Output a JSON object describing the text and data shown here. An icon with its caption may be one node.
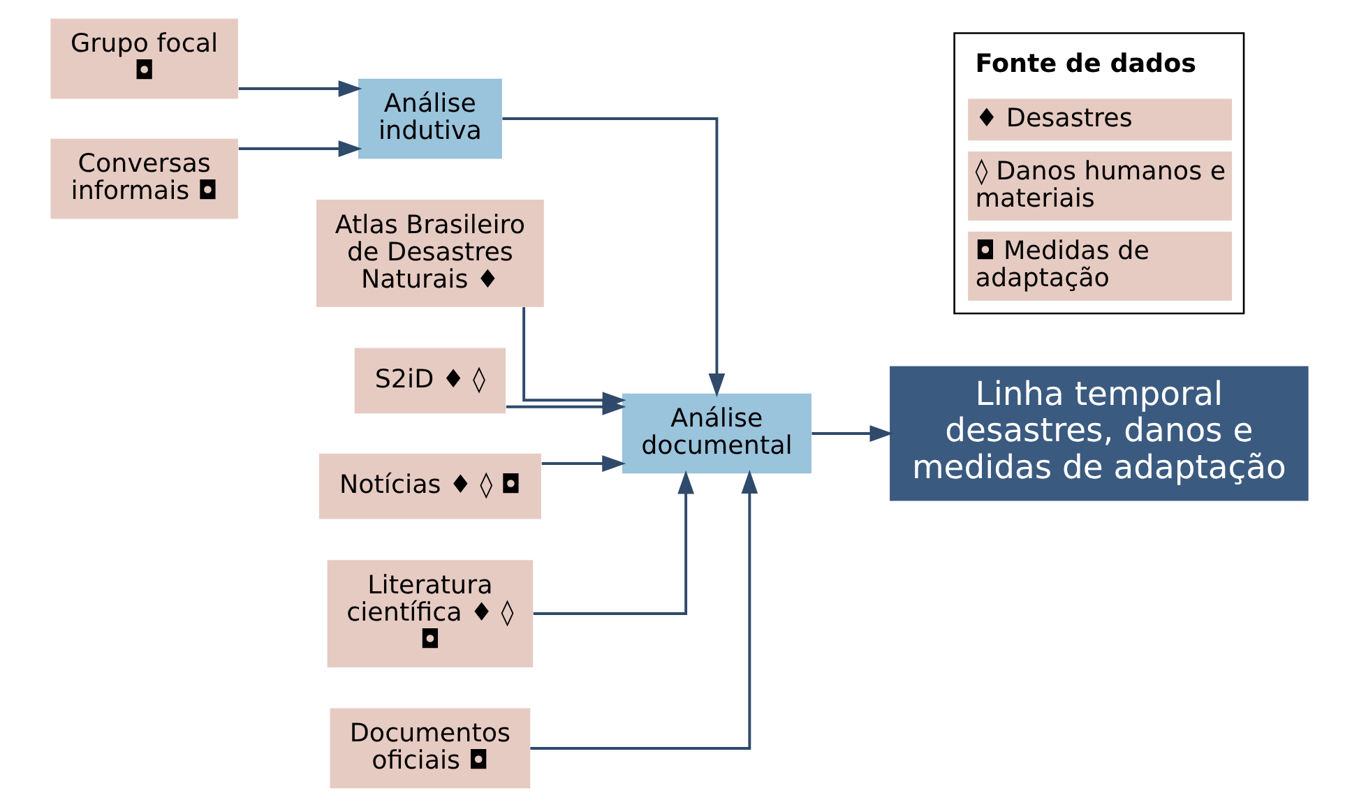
{
  "diagram": {
    "nodes": [
      {
        "text": [
          "Grupo focal ◘"
        ]
      },
      {
        "text": [
          "Conversas informais ◘"
        ]
      },
      {
        "text": [
          "Atlas Brasileiro de Desastres Naturais ♦"
        ]
      },
      {
        "text": [
          "S2iD ♦ ◊"
        ]
      },
      {
        "text": [
          "Notícias ♦ ◊ ◘"
        ]
      },
      {
        "text": [
          "Literatura científica ♦ ◊ ◘"
        ]
      },
      {
        "text": [
          "Documentos oficiais ◘"
        ]
      },
      {
        "text": [
          "Análise indutiva"
        ]
      },
      {
        "text": [
          "Análise documental"
        ]
      },
      {
        "text": [
          "Linha temporal desastres, danos e medidas de adaptação"
        ]
      }
    ],
    "edges": [
      {
        "from": 0,
        "to": 7,
        "arrow": "to"
      },
      {
        "from": 1,
        "to": 7,
        "arrow": "to"
      },
      {
        "from": 7,
        "to": 8,
        "arrow": "to"
      },
      {
        "from": 2,
        "to": 8,
        "arrow": "to"
      },
      {
        "from": 3,
        "to": 8,
        "arrow": "to"
      },
      {
        "from": 4,
        "to": 8,
        "arrow": "to"
      },
      {
        "from": 5,
        "to": 8,
        "arrow": "to"
      },
      {
        "from": 6,
        "to": 8,
        "arrow": "to"
      },
      {
        "from": 8,
        "to": 9,
        "arrow": "to"
      }
    ],
    "labels": [
      "Fonte de dados"
    ],
    "legend": [
      {
        "text": "♦ Desastres",
        "color": "#e6cbc2"
      },
      {
        "text": "◊ Danos humanos e materiais",
        "color": "#e6cbc2"
      },
      {
        "text": "◘ Medidas de adaptação",
        "color": "#e6cbc2"
      }
    ]
  }
}
